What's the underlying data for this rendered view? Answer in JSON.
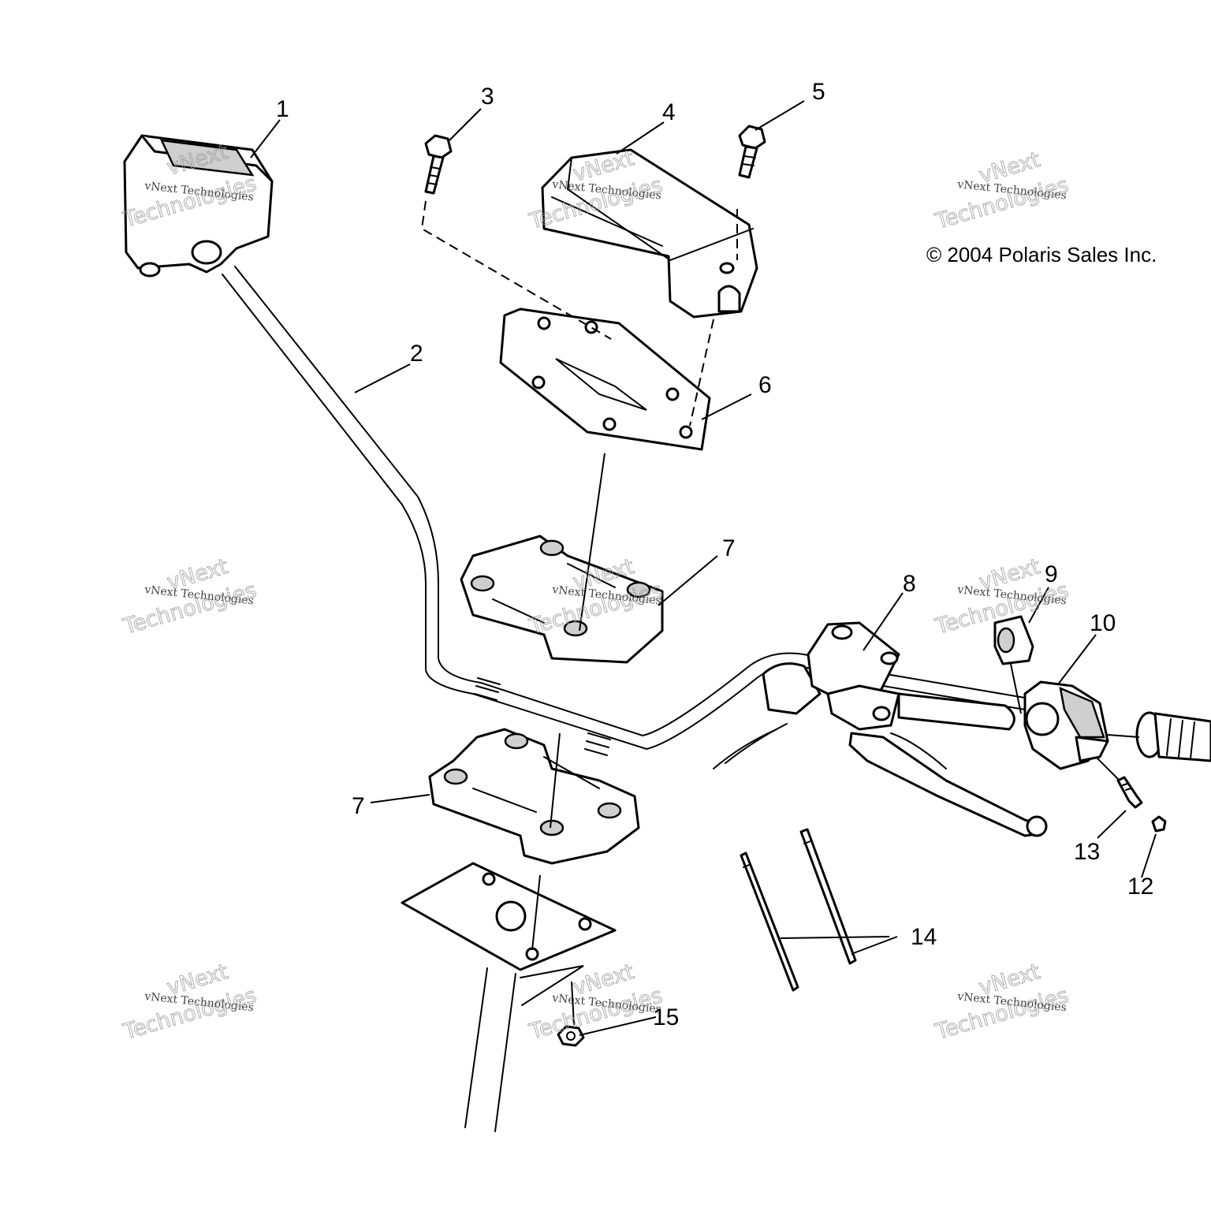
{
  "copyright": "© 2004 Polaris Sales Inc.",
  "watermark": {
    "line1": "vNext Technologies",
    "line2": "vNext",
    "line3": "Technologies"
  },
  "callouts": [
    {
      "id": "1",
      "label": "1"
    },
    {
      "id": "2",
      "label": "2"
    },
    {
      "id": "3",
      "label": "3"
    },
    {
      "id": "4",
      "label": "4"
    },
    {
      "id": "5",
      "label": "5"
    },
    {
      "id": "6",
      "label": "6"
    },
    {
      "id": "7a",
      "label": "7"
    },
    {
      "id": "7b",
      "label": "7"
    },
    {
      "id": "8",
      "label": "8"
    },
    {
      "id": "9",
      "label": "9"
    },
    {
      "id": "10",
      "label": "10"
    },
    {
      "id": "12",
      "label": "12"
    },
    {
      "id": "13",
      "label": "13"
    },
    {
      "id": "14",
      "label": "14"
    },
    {
      "id": "15",
      "label": "15"
    }
  ]
}
